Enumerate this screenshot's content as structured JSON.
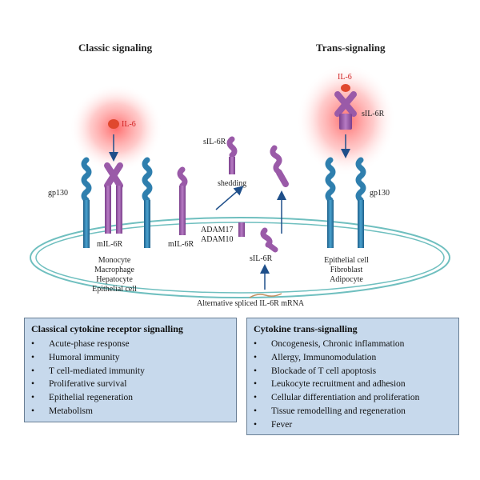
{
  "headings": {
    "classic": "Classic signaling",
    "trans": "Trans-signaling"
  },
  "labels": {
    "il6_left": "IL-6",
    "il6_right": "IL-6",
    "gp130_left": "gp130",
    "gp130_right": "gp130",
    "mil6r_1": "mIL-6R",
    "mil6r_2": "mIL-6R",
    "sil6r_top": "sIL-6R",
    "shedding": "shedding",
    "adam17": "ADAM17",
    "adam10": "ADAM10",
    "sil6r_mid": "sIL-6R",
    "sil6r_right": "sIL-6R",
    "alt_mrna": "Alternative spliced IL-6R mRNA"
  },
  "left_cells": [
    "Monocyte",
    "Macrophage",
    "Hepatocyte",
    "Epithelial cell"
  ],
  "right_cells": [
    "Epithelial cell",
    "Fibroblast",
    "Adipocyte"
  ],
  "panel_left": {
    "title": "Classical cytokine receptor signalling",
    "items": [
      "Acute-phase response",
      "Humoral immunity",
      "T cell-mediated  immunity",
      "Proliferative survival",
      "Epithelial  regeneration",
      "Metabolism"
    ]
  },
  "panel_right": {
    "title": "Cytokine trans-signalling",
    "items": [
      "Oncogenesis, Chronic inflammation",
      "Allergy,  Immunomodulation",
      "Blockade of T cell apoptosis",
      "Leukocyte recruitment  and adhesion",
      "Cellular  differentiation  and proliferation",
      "Tissue remodelling  and regeneration",
      "Fever"
    ]
  },
  "colors": {
    "gp130": "#2f7fae",
    "il6r": "#9a5aa8",
    "il6": "#e0482e",
    "glow": "#ff3b3b",
    "membrane": "#6fbfbf",
    "panel_bg": "#c7d9ec",
    "arrow": "#1f4f8a"
  }
}
